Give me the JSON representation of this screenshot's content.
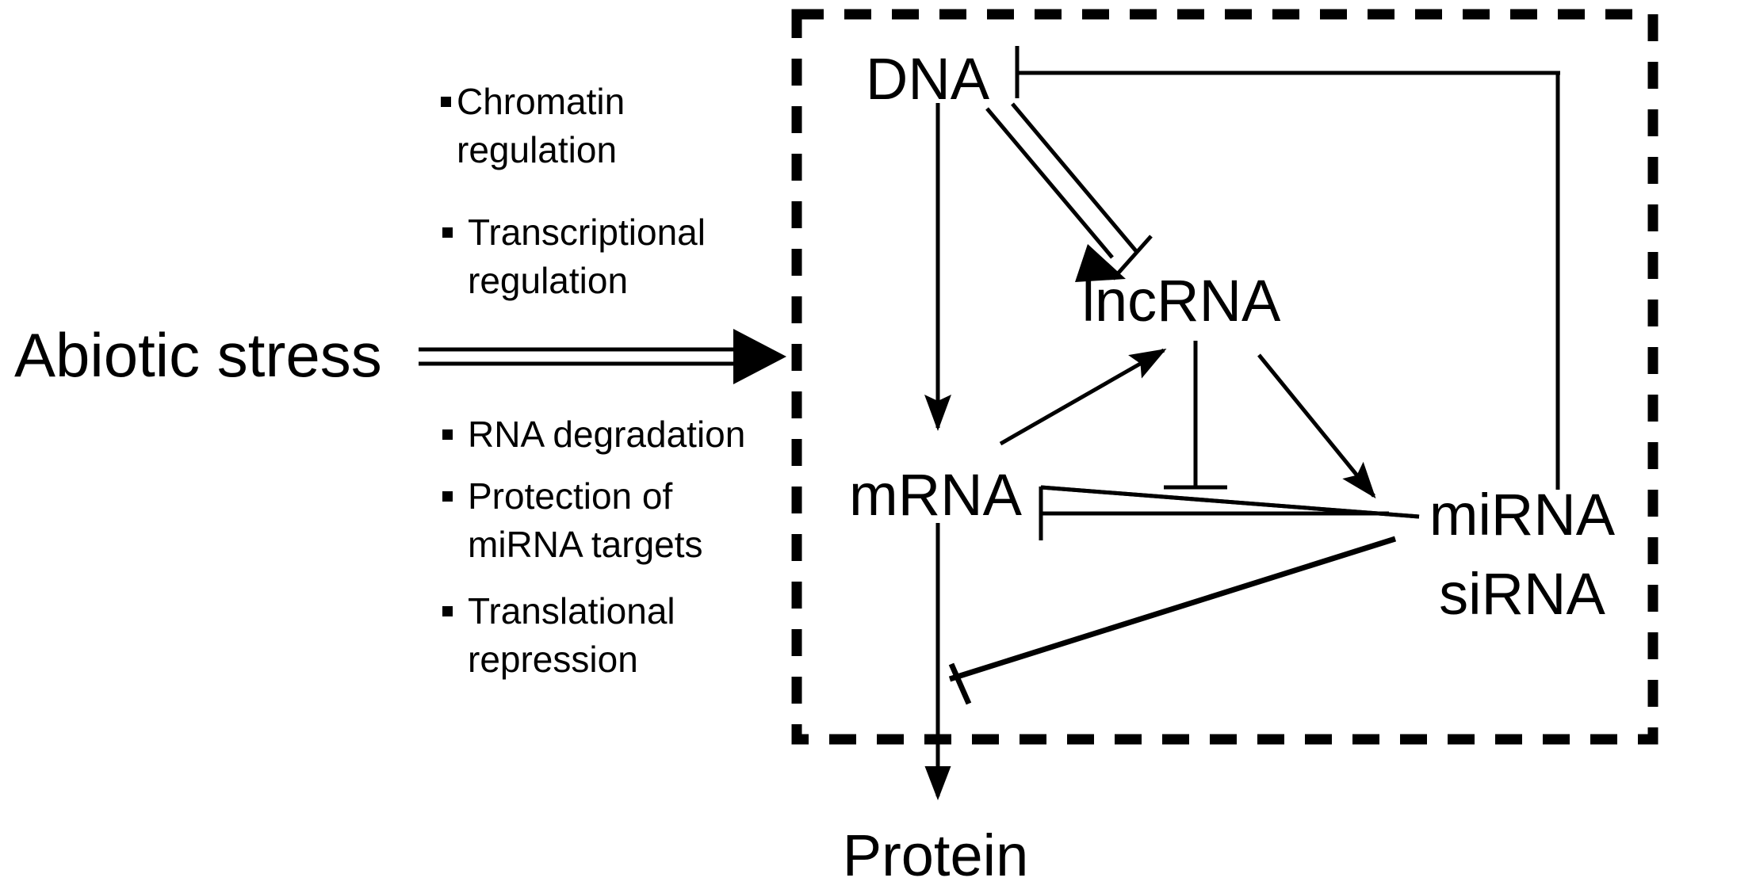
{
  "diagram": {
    "title_nodes": {
      "stress": "Abiotic stress",
      "dna": "DNA",
      "lncrna": "lncRNA",
      "mrna": "mRNA",
      "mirna": "miRNA",
      "sirna": "siRNA",
      "protein": "Protein"
    },
    "bullets_upper": [
      {
        "line1": "Chromatin",
        "line2": "regulation"
      },
      {
        "line1": "Transcriptional",
        "line2": "regulation"
      }
    ],
    "bullets_lower": [
      {
        "line1": "RNA degradation",
        "line2": ""
      },
      {
        "line1": "Protection of",
        "line2": "miRNA targets"
      },
      {
        "line1": "Translational",
        "line2": "repression"
      }
    ],
    "edges": [
      {
        "name": "stress-to-nucleus",
        "from": "Abiotic stress",
        "to": "regulatory compartment",
        "style": "double-line-arrow"
      },
      {
        "name": "dna-inhibits-via-feedback",
        "from": "DNA",
        "to": "miRNA/siRNA",
        "style": "t-bar"
      },
      {
        "name": "dna-to-mrna",
        "from": "DNA",
        "to": "mRNA",
        "style": "arrow"
      },
      {
        "name": "dna-to-lncrna",
        "from": "DNA",
        "to": "lncRNA",
        "style": "double-line-arrow-with-bar"
      },
      {
        "name": "mrna-to-lncrna",
        "from": "mRNA",
        "to": "lncRNA",
        "style": "arrow"
      },
      {
        "name": "lncrna-inhibits-mirna-mrna-link",
        "from": "lncRNA",
        "to": "mRNA-miRNA edge",
        "style": "t-bar"
      },
      {
        "name": "lncrna-to-mirna",
        "from": "lncRNA",
        "to": "miRNA/siRNA",
        "style": "arrow"
      },
      {
        "name": "mirna-inhibits-mrna",
        "from": "miRNA/siRNA",
        "to": "mRNA",
        "style": "t-bar"
      },
      {
        "name": "mirna-inhibits-translation",
        "from": "miRNA/siRNA",
        "to": "mRNA-to-Protein arrow",
        "style": "t-bar"
      },
      {
        "name": "mrna-to-protein",
        "from": "mRNA",
        "to": "Protein",
        "style": "arrow"
      }
    ],
    "compartment": {
      "name": "regulatory-compartment",
      "border": "dashed"
    },
    "colors": {
      "ink": "#000000",
      "background": "#ffffff"
    }
  }
}
